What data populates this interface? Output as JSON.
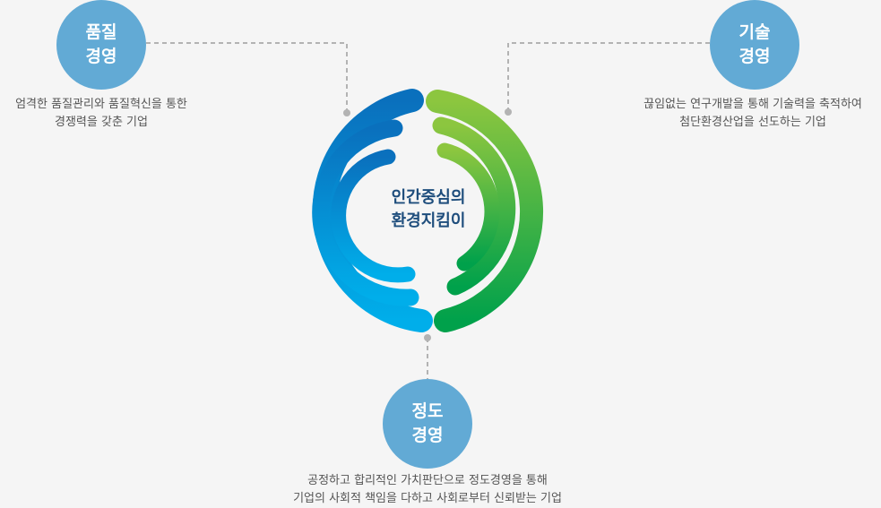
{
  "center": {
    "line1": "인간중심의",
    "line2": "환경지킴이"
  },
  "items": [
    {
      "title1": "품질",
      "title2": "경영",
      "desc1": "엄격한 품질관리와 품질혁신을 통한",
      "desc2": "경쟁력을 갖춘 기업"
    },
    {
      "title1": "기술",
      "title2": "경영",
      "desc1": "끊임없는 연구개발을 통해 기술력을 축적하여",
      "desc2": "첨단환경산업을 선도하는 기업"
    },
    {
      "title1": "정도",
      "title2": "경영",
      "desc1": "공정하고 합리적인 가치판단으로 정도경영을 통해",
      "desc2": "기업의 사회적 책임을 다하고 사회로부터 신뢰받는 기업"
    }
  ],
  "colors": {
    "badge": "#62aad5",
    "blue_top": "#0a70bd",
    "blue_bottom": "#00aeea",
    "green_top": "#8cc63f",
    "green_bottom": "#00a14b"
  }
}
